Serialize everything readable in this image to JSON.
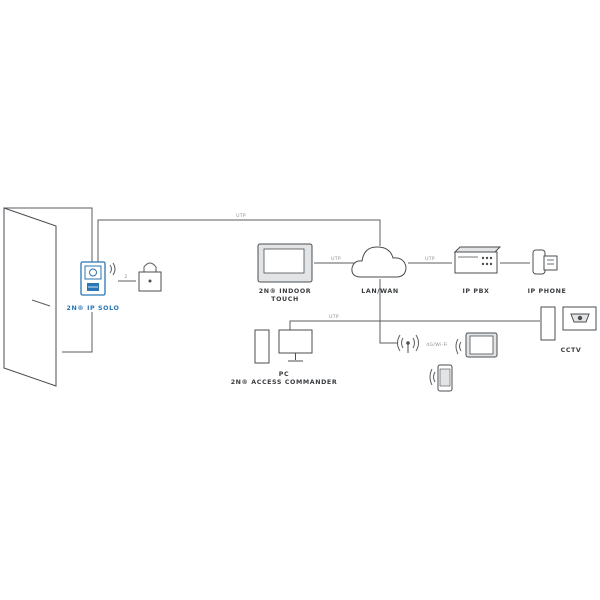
{
  "labels": {
    "ip_solo": "2N® IP SOLO",
    "indoor_touch_1": "2N® INDOOR",
    "indoor_touch_2": "TOUCH",
    "lan_wan": "LAN/WAN",
    "ip_pbx": "IP PBX",
    "ip_phone": "IP PHONE",
    "pc": "PC",
    "access_commander": "2N® ACCESS COMMANDER",
    "cctv": "CCTV"
  },
  "links": {
    "utp_top": "UTP",
    "utp_indoor": "UTP",
    "utp_pbx": "UTP",
    "utp_pc": "UTP",
    "wifi": "4G/Wi-Fi",
    "lock_link": "2"
  },
  "colors": {
    "accent": "#2a76b5",
    "line": "#5a5e62",
    "label": "#3a3d40"
  }
}
